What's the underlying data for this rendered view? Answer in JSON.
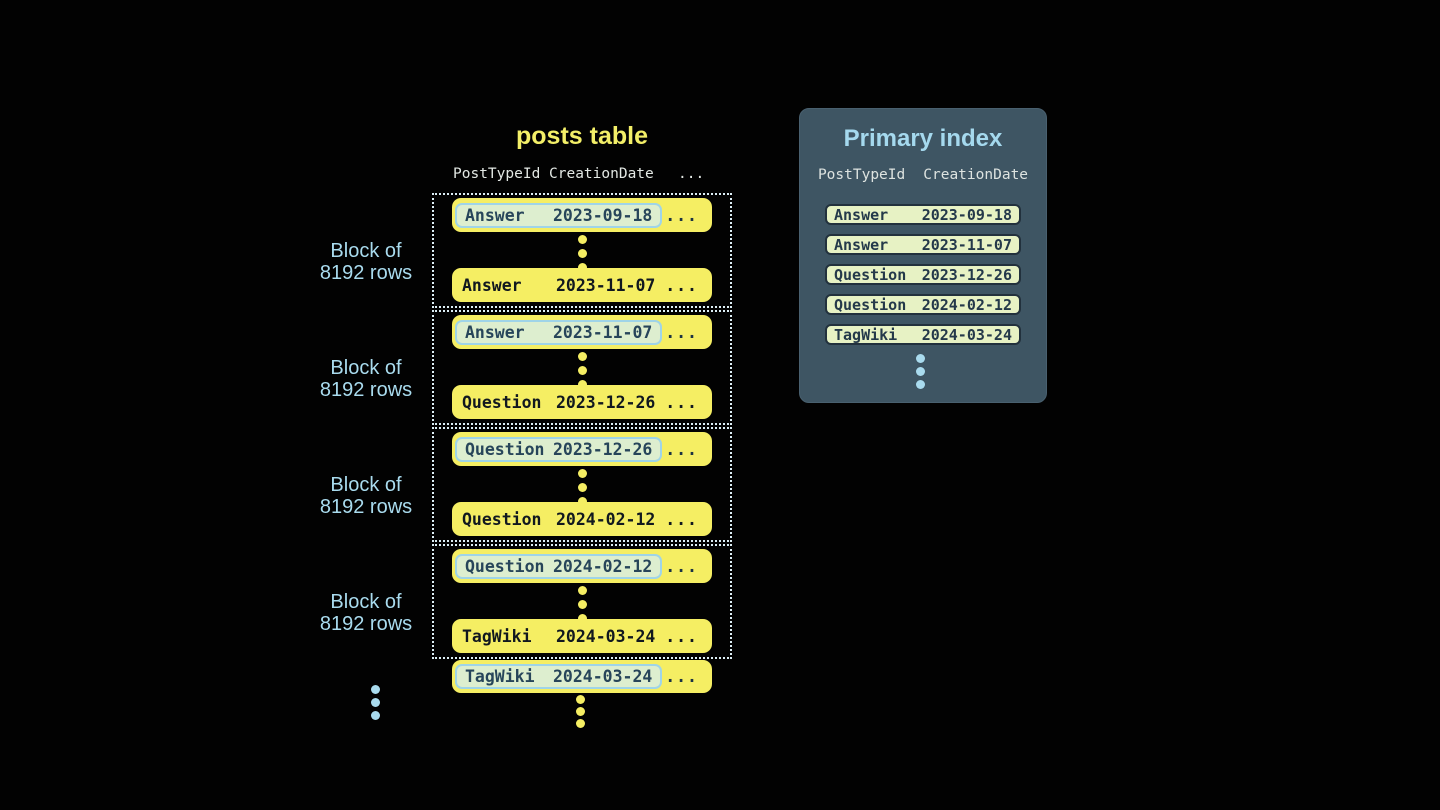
{
  "colors": {
    "background": "#020202",
    "row_yellow": "#f5ee63",
    "title_yellow": "#f3ef68",
    "light_blue": "#a9dbee",
    "dotted_border": "#dceef5",
    "panel_background": "#3e5563",
    "index_pill": "#e7f2c4",
    "highlight_fill": "#ddeecf",
    "highlight_border": "#9fd4e8",
    "dark_text": "#24394a"
  },
  "posts_table": {
    "title": "posts table",
    "headers": {
      "post_type_id": "PostTypeId",
      "creation_date": "CreationDate",
      "more": "..."
    },
    "blocks": [
      {
        "label_line1": "Block of",
        "label_line2": "8192 rows",
        "first_row": {
          "post_type": "Answer",
          "creation_date": "2023-09-18",
          "more": "..."
        },
        "last_row": {
          "post_type": "Answer",
          "creation_date": "2023-11-07",
          "more": "..."
        }
      },
      {
        "label_line1": "Block of",
        "label_line2": "8192 rows",
        "first_row": {
          "post_type": "Answer",
          "creation_date": "2023-11-07",
          "more": "..."
        },
        "last_row": {
          "post_type": "Question",
          "creation_date": "2023-12-26",
          "more": "..."
        }
      },
      {
        "label_line1": "Block of",
        "label_line2": "8192 rows",
        "first_row": {
          "post_type": "Question",
          "creation_date": "2023-12-26",
          "more": "..."
        },
        "last_row": {
          "post_type": "Question",
          "creation_date": "2024-02-12",
          "more": "..."
        }
      },
      {
        "label_line1": "Block of",
        "label_line2": "8192 rows",
        "first_row": {
          "post_type": "Question",
          "creation_date": "2024-02-12",
          "more": "..."
        },
        "last_row": {
          "post_type": "TagWiki",
          "creation_date": "2024-03-24",
          "more": "..."
        }
      }
    ],
    "tail_row": {
      "post_type": "TagWiki",
      "creation_date": "2024-03-24",
      "more": "..."
    }
  },
  "primary_index": {
    "title": "Primary index",
    "headers": {
      "post_type_id": "PostTypeId",
      "creation_date": "CreationDate"
    },
    "rows": [
      {
        "post_type": "Answer",
        "creation_date": "2023-09-18"
      },
      {
        "post_type": "Answer",
        "creation_date": "2023-11-07"
      },
      {
        "post_type": "Question",
        "creation_date": "2023-12-26"
      },
      {
        "post_type": "Question",
        "creation_date": "2024-02-12"
      },
      {
        "post_type": "TagWiki",
        "creation_date": "2024-03-24"
      }
    ]
  }
}
